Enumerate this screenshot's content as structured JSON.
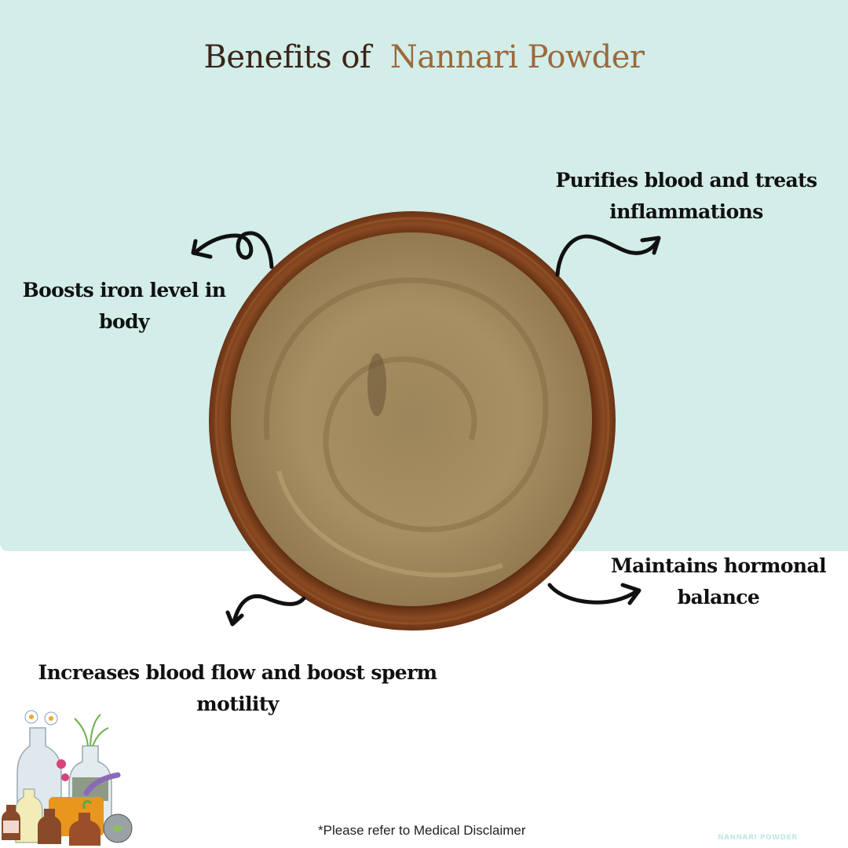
{
  "title": {
    "part1": "Benefits of",
    "part2": "Nannari Powder"
  },
  "benefits": [
    {
      "id": "iron",
      "line1": "Boosts iron level in",
      "line2": "body"
    },
    {
      "id": "blood",
      "line1": "Purifies blood and treats",
      "line2": "inflammations"
    },
    {
      "id": "hormonal",
      "line1": "Maintains hormonal",
      "line2": "balance"
    },
    {
      "id": "circulation",
      "line1": "Increases blood flow and boost sperm",
      "line2": "motility"
    }
  ],
  "disclaimer": "*Please refer to Medical Disclaimer",
  "watermark": "NANNARI POWDER",
  "colors": {
    "panel": "#d3ede9",
    "title_dark": "#3b2418",
    "title_accent": "#9a6a3c",
    "bowl_rim": "#7a3e1a",
    "powder": "#a88a5a"
  },
  "icons": {
    "arrows": [
      "curly-arrow-up-left",
      "wavy-arrow-up-right",
      "curved-arrow-right",
      "wavy-arrow-down-left"
    ],
    "illustration": "herbal-bottles-illustration",
    "product_image": "wooden-bowl-nannari-powder"
  }
}
